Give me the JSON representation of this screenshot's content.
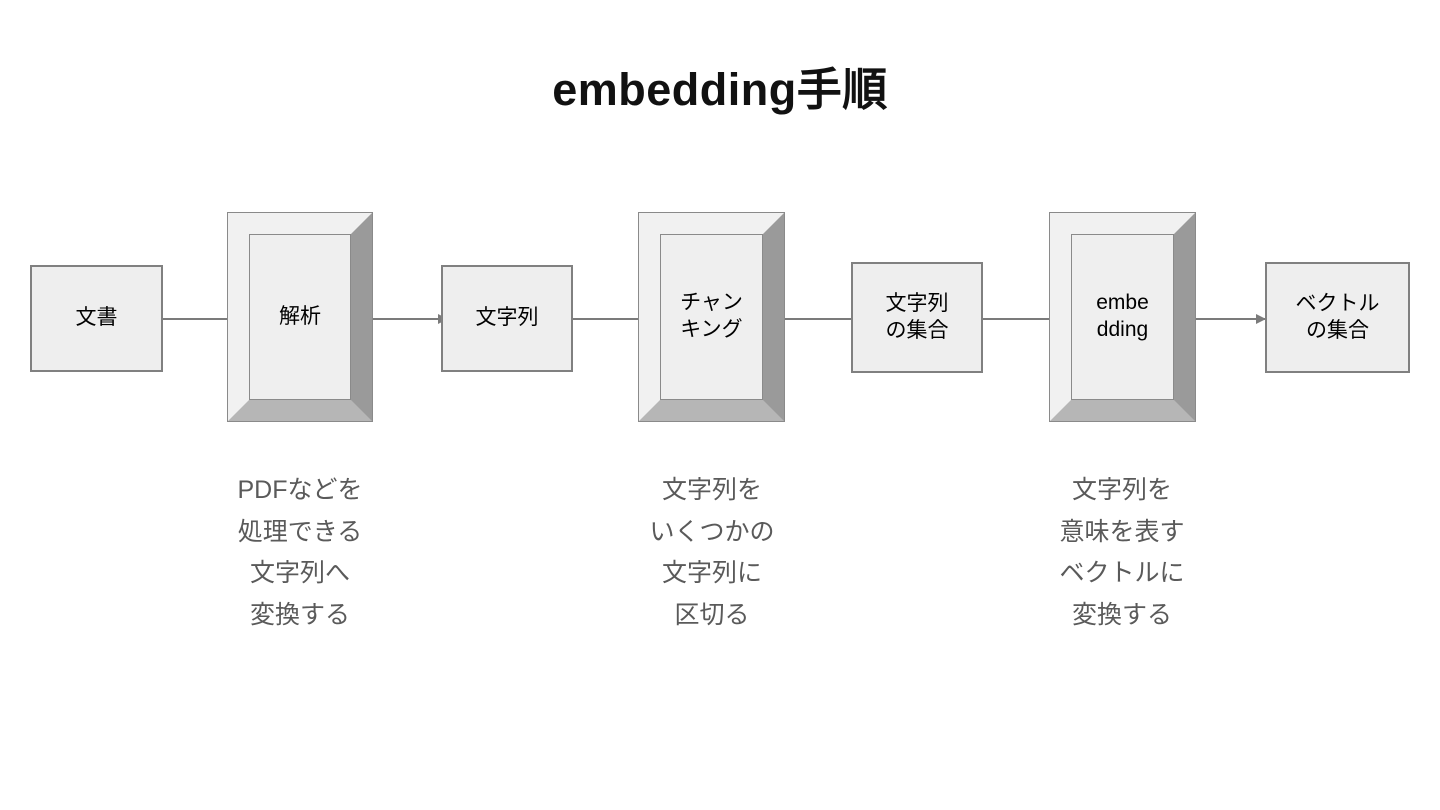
{
  "slide": {
    "title": "embedding手順",
    "background_color": "#ffffff"
  },
  "colors": {
    "box_fill": "#eeeeee",
    "box_border": "#808080",
    "bevel_light": "#f1f1f1",
    "bevel_dark_right": "#9a9a9a",
    "bevel_mid_bottom": "#b6b6b6",
    "connector": "#7b7b7b",
    "caption_text": "#5a5a5a",
    "label_text": "#000000"
  },
  "flow": {
    "nodes": [
      {
        "id": "document",
        "kind": "data",
        "label": "文書"
      },
      {
        "id": "parse",
        "kind": "process",
        "label": "解析"
      },
      {
        "id": "string",
        "kind": "data",
        "label": "文字列"
      },
      {
        "id": "chunking",
        "kind": "process",
        "label": "チャン\nキング"
      },
      {
        "id": "string-set",
        "kind": "data",
        "label": "文字列\nの集合"
      },
      {
        "id": "embedding",
        "kind": "process",
        "label": "embe\ndding"
      },
      {
        "id": "vector-set",
        "kind": "data",
        "label": "ベクトル\nの集合"
      }
    ],
    "connectors": [
      {
        "from": "document",
        "to": "parse"
      },
      {
        "from": "parse",
        "to": "string"
      },
      {
        "from": "string",
        "to": "chunking"
      },
      {
        "from": "chunking",
        "to": "string-set"
      },
      {
        "from": "string-set",
        "to": "embedding"
      },
      {
        "from": "embedding",
        "to": "vector-set"
      }
    ]
  },
  "captions": [
    {
      "for": "parse",
      "text": "PDFなどを\n処理できる\n文字列へ\n変換する"
    },
    {
      "for": "chunking",
      "text": "文字列を\nいくつかの\n文字列に\n区切る"
    },
    {
      "for": "embedding",
      "text": "文字列を\n意味を表す\nベクトルに\n変換する"
    }
  ]
}
